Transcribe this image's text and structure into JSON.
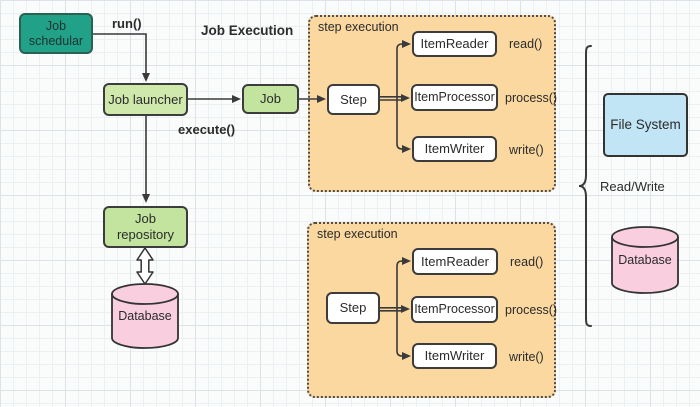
{
  "title": "Job Execution",
  "colors": {
    "teal": "#21a188",
    "green": "#cfe9ad",
    "green2": "#c3e49e",
    "panel": "#fbd8a0",
    "blue": "#c1e5f5",
    "pink": "#f9cede"
  },
  "nodes": {
    "scheduler": {
      "label": "Job schedular"
    },
    "launcher": {
      "label": "Job launcher"
    },
    "job": {
      "label": "Job"
    },
    "repository": {
      "label": "Job repository"
    },
    "database_left": {
      "label": "Database"
    },
    "file_system": {
      "label": "File System"
    },
    "database_right": {
      "label": "Database"
    }
  },
  "edges": {
    "run": "run()",
    "execute": "execute()",
    "read_write": "Read/Write"
  },
  "panels": [
    {
      "title": "step execution",
      "step": "Step",
      "items": [
        {
          "label": "ItemReader",
          "method": "read()"
        },
        {
          "label": "ItemProcessor",
          "method": "process()"
        },
        {
          "label": "ItemWriter",
          "method": "write()"
        }
      ]
    },
    {
      "title": "step execution",
      "step": "Step",
      "items": [
        {
          "label": "ItemReader",
          "method": "read()"
        },
        {
          "label": "ItemProcessor",
          "method": "process()"
        },
        {
          "label": "ItemWriter",
          "method": "write()"
        }
      ]
    }
  ]
}
